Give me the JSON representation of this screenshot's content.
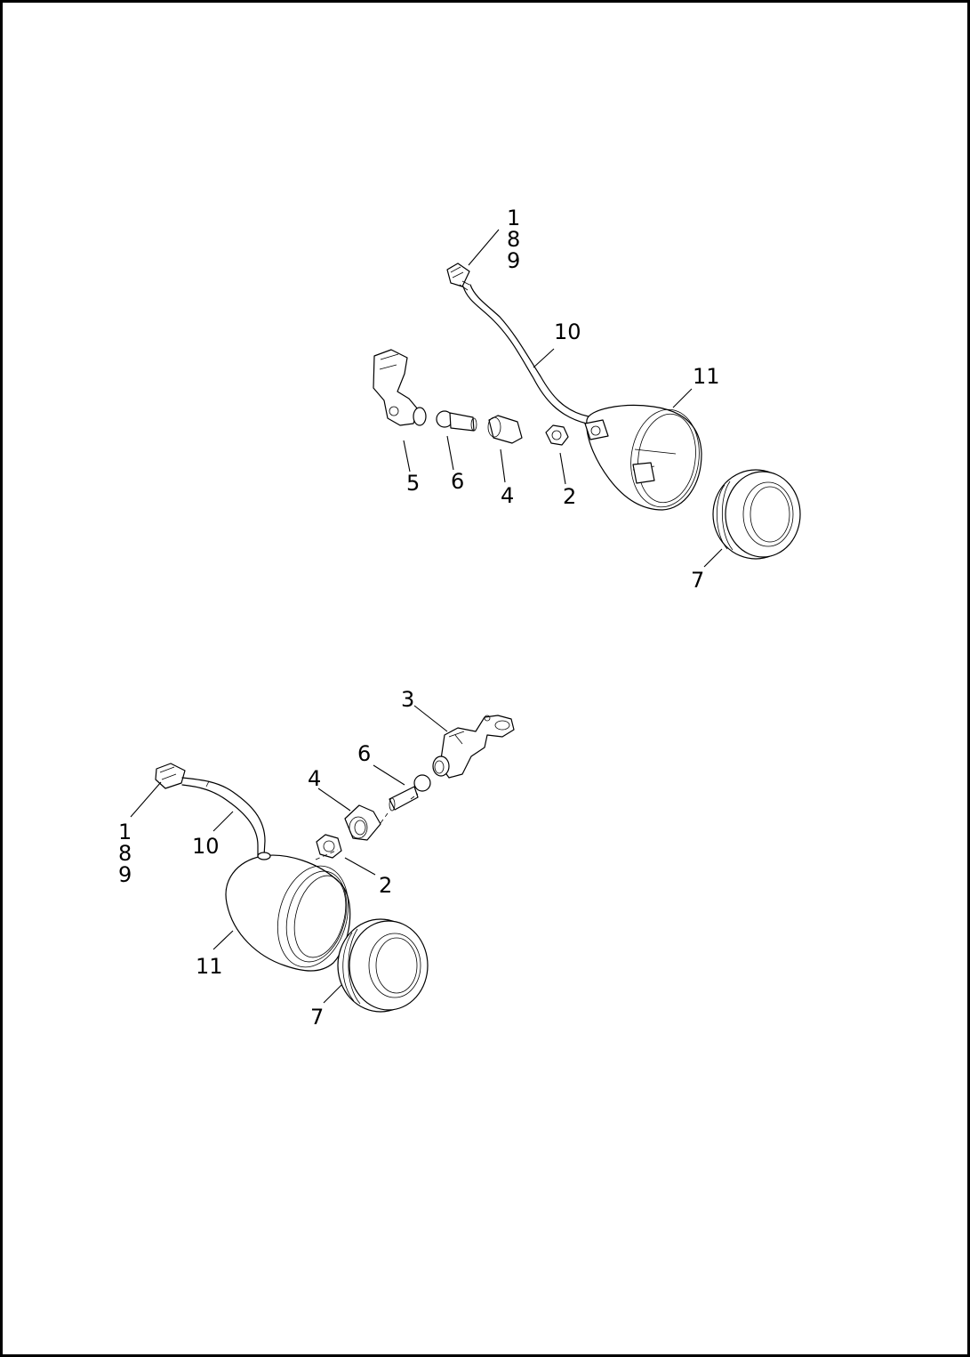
{
  "callouts": {
    "top": {
      "c1": "1",
      "c8": "8",
      "c9": "9",
      "c10": "10",
      "c11": "11",
      "c5": "5",
      "c6": "6",
      "c4": "4",
      "c2": "2",
      "c7": "7"
    },
    "bottom": {
      "c3": "3",
      "c6": "6",
      "c4": "4",
      "c1": "1",
      "c8": "8",
      "c9": "9",
      "c10": "10",
      "c2": "2",
      "c11": "11",
      "c7": "7"
    }
  }
}
